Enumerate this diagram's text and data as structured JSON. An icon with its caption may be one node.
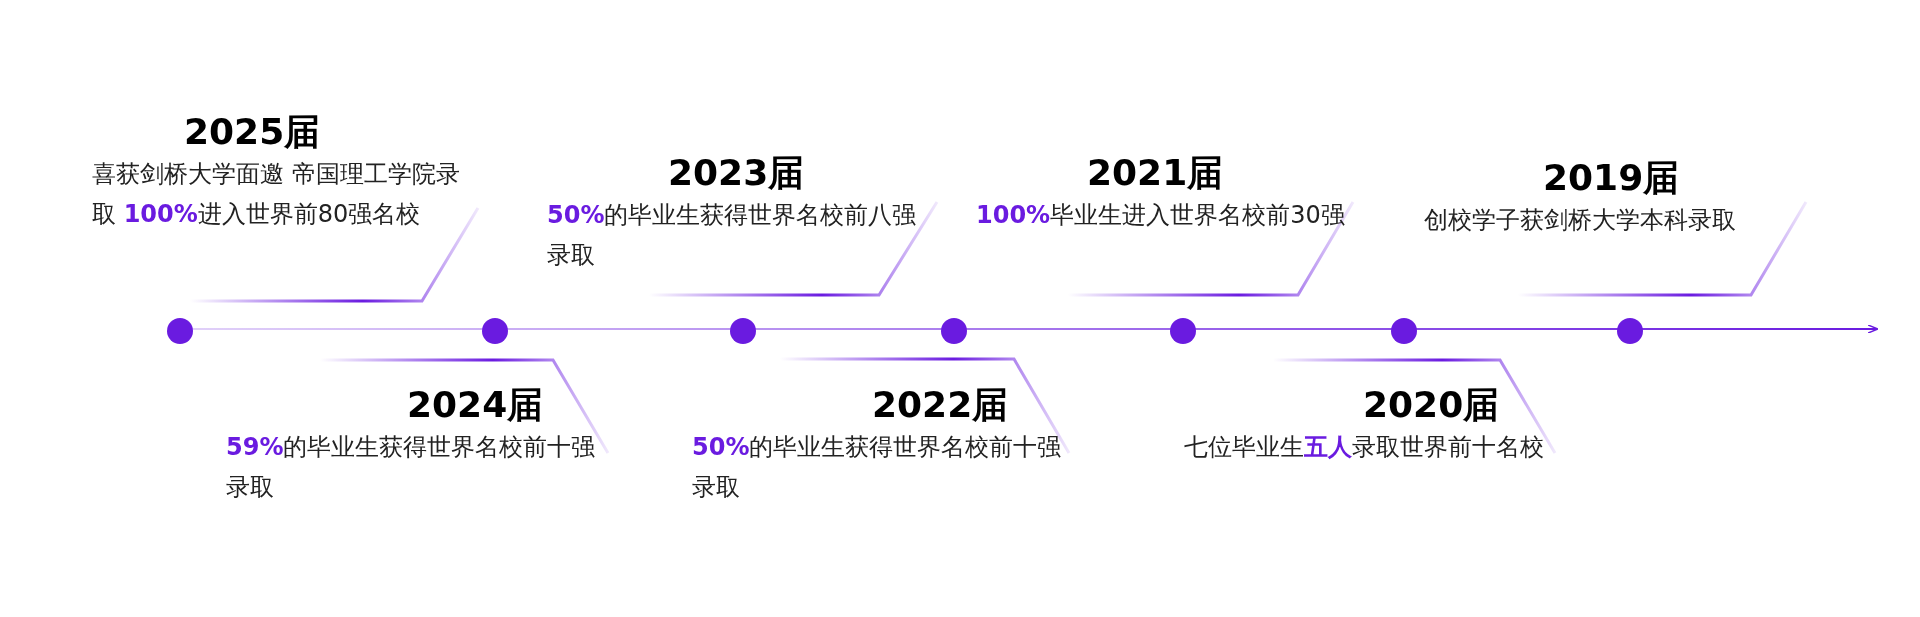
{
  "diagram": {
    "nodes": [
      {
        "text": [
          "2025届",
          "喜获剑桥大学面邀 帝国理工学院录取 **100%**进入世界前80强名校"
        ]
      },
      {
        "text": [
          "2024届",
          "**59%**的毕业生获得世界名校前十强录取"
        ]
      },
      {
        "text": [
          "2023届",
          "**50%**的毕业生获得世界名校前八强录取"
        ]
      },
      {
        "text": [
          "2022届",
          "**50%**的毕业生获得世界名校前十强录取"
        ]
      },
      {
        "text": [
          "2021届",
          "**100%**毕业生进入世界名校前30强"
        ]
      },
      {
        "text": [
          "2020届",
          "七位毕业生**五人**录取世界前十名校"
        ]
      },
      {
        "text": [
          "2019届",
          "创校学子获剑桥大学本科录取"
        ]
      }
    ]
  }
}
